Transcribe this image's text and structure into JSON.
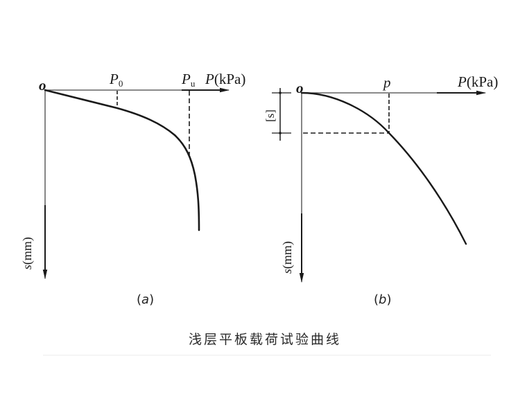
{
  "figure": {
    "caption": "浅层平板载荷试验曲线",
    "panel_a": {
      "sub_caption_open": "(",
      "sub_caption_var": "a",
      "sub_caption_close": ")",
      "origin": "o",
      "x_axis_var": "P",
      "x_axis_unit": "(kPa)",
      "y_axis_var": "s",
      "y_axis_unit": "(mm)",
      "tick_p0_base": "P",
      "tick_p0_sub": "0",
      "tick_pu_base": "P",
      "tick_pu_sub": "u",
      "description": "Load-settlement curve with linear segment up to P0 (proportional limit) and steep failure segment near Pu (ultimate load)"
    },
    "panel_b": {
      "sub_caption_open": "(",
      "sub_caption_var": "b",
      "sub_caption_close": ")",
      "origin": "o",
      "x_axis_var": "P",
      "x_axis_unit": "(kPa)",
      "y_axis_var": "s",
      "y_axis_unit": "(mm)",
      "tick_p": "p",
      "bracket_label": "[s]",
      "description": "Smooth gradually-curving load-settlement curve; allowable settlement [s] determines bearing pressure p"
    },
    "colors": {
      "line": "#1a1a1a",
      "background": "#ffffff",
      "rule": "#ececec"
    }
  }
}
